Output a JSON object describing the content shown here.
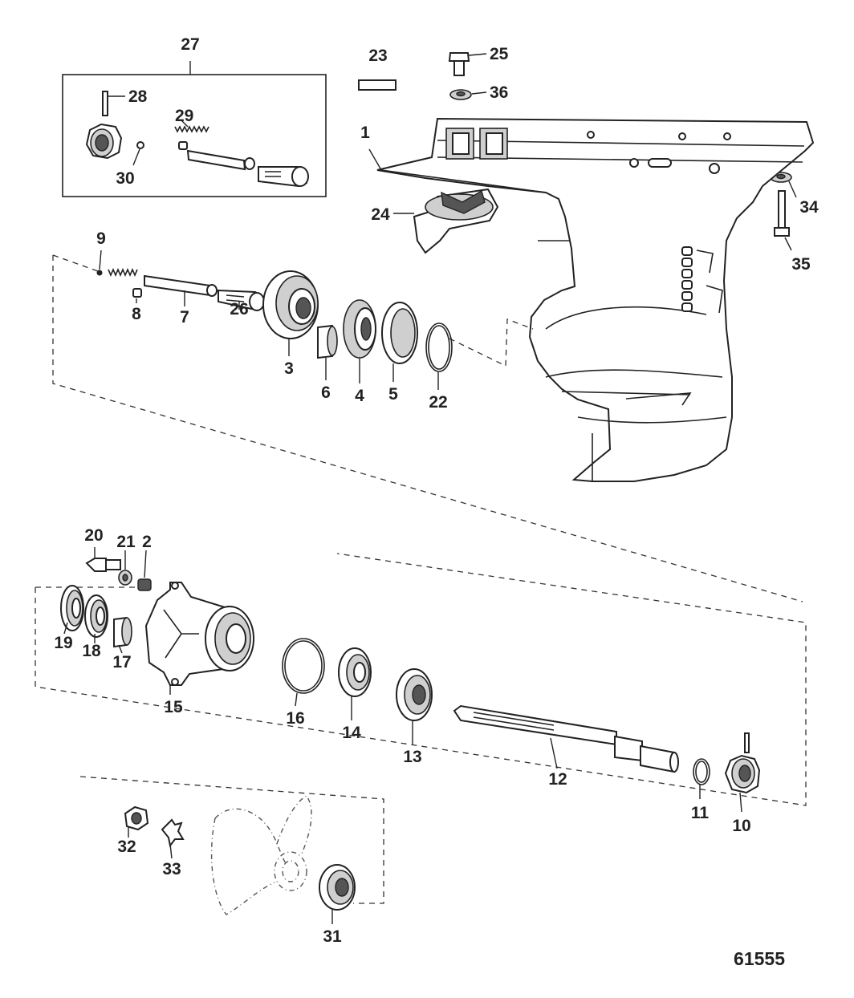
{
  "figure_number": "61555",
  "callouts": [
    {
      "id": "1",
      "text": "1"
    },
    {
      "id": "2",
      "text": "2"
    },
    {
      "id": "3",
      "text": "3"
    },
    {
      "id": "4",
      "text": "4"
    },
    {
      "id": "5",
      "text": "5"
    },
    {
      "id": "6",
      "text": "6"
    },
    {
      "id": "7",
      "text": "7"
    },
    {
      "id": "8",
      "text": "8"
    },
    {
      "id": "9",
      "text": "9"
    },
    {
      "id": "10",
      "text": "10"
    },
    {
      "id": "11",
      "text": "11"
    },
    {
      "id": "12",
      "text": "12"
    },
    {
      "id": "13",
      "text": "13"
    },
    {
      "id": "14",
      "text": "14"
    },
    {
      "id": "15",
      "text": "15"
    },
    {
      "id": "16",
      "text": "16"
    },
    {
      "id": "17",
      "text": "17"
    },
    {
      "id": "18",
      "text": "18"
    },
    {
      "id": "19",
      "text": "19"
    },
    {
      "id": "20",
      "text": "20"
    },
    {
      "id": "21",
      "text": "21"
    },
    {
      "id": "22",
      "text": "22"
    },
    {
      "id": "23",
      "text": "23"
    },
    {
      "id": "24",
      "text": "24"
    },
    {
      "id": "25",
      "text": "25"
    },
    {
      "id": "26",
      "text": "26"
    },
    {
      "id": "27",
      "text": "27"
    },
    {
      "id": "28",
      "text": "28"
    },
    {
      "id": "29",
      "text": "29"
    },
    {
      "id": "30",
      "text": "30"
    },
    {
      "id": "31",
      "text": "31"
    },
    {
      "id": "32",
      "text": "32"
    },
    {
      "id": "33",
      "text": "33"
    },
    {
      "id": "34",
      "text": "34"
    },
    {
      "id": "35",
      "text": "35"
    },
    {
      "id": "36",
      "text": "36"
    }
  ]
}
